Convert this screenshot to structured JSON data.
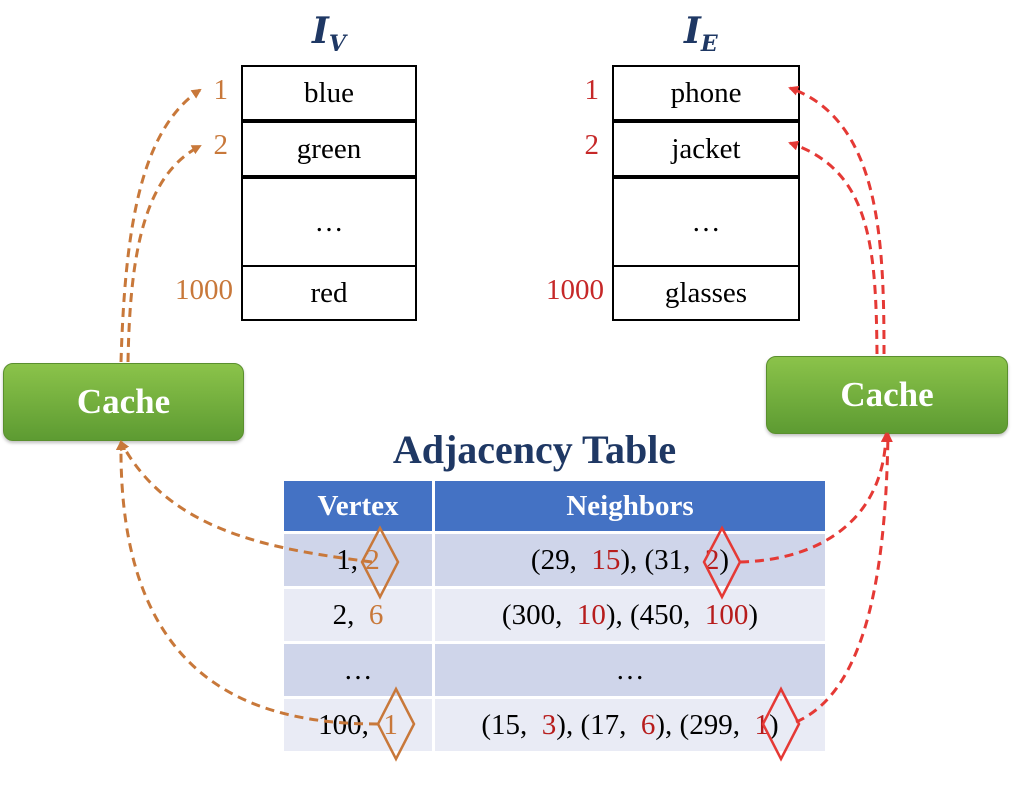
{
  "index_v": {
    "title_main": "I",
    "title_sub": "V",
    "rows": [
      {
        "num": "1",
        "label": "blue"
      },
      {
        "num": "2",
        "label": "green"
      },
      {
        "num": "",
        "label": "…"
      },
      {
        "num": "1000",
        "label": "red"
      }
    ]
  },
  "index_e": {
    "title_main": "I",
    "title_sub": "E",
    "rows": [
      {
        "num": "1",
        "label": "phone"
      },
      {
        "num": "2",
        "label": "jacket"
      },
      {
        "num": "",
        "label": "…"
      },
      {
        "num": "1000",
        "label": "glasses"
      }
    ]
  },
  "cache_left": {
    "label": "Cache"
  },
  "cache_right": {
    "label": "Cache"
  },
  "adjacency": {
    "title": "Adjacency Table",
    "headers": {
      "vertex": "Vertex",
      "neighbors": "Neighbors"
    },
    "rows": [
      {
        "v_id": "1,",
        "v_label": "2",
        "n1_a": "(29,",
        "n1_b": "15",
        "n1_c": "), (31,",
        "n1_d": "2",
        "n1_e": ")"
      },
      {
        "v_id": "2,",
        "v_label": "6",
        "n2_a": "(300,",
        "n2_b": "10",
        "n2_c": "), (450,",
        "n2_d": "100",
        "n2_e": ")"
      },
      {
        "v_text": "…",
        "n_text": "…"
      },
      {
        "v_id": "100,",
        "v_label": "1",
        "n4_a": "(15,",
        "n4_b": "3",
        "n4_c": "), (17,",
        "n4_d": "6",
        "n4_e": "), (299,",
        "n4_f": "1",
        "n4_g": ")"
      }
    ]
  },
  "colors": {
    "vertex_label": "#c8783a",
    "edge_label": "#c62828",
    "title": "#1f3864",
    "header_bg": "#4472c4",
    "row_dark": "#cfd5ea",
    "row_light": "#e9ebf5",
    "cache_green": "#70ad47"
  }
}
